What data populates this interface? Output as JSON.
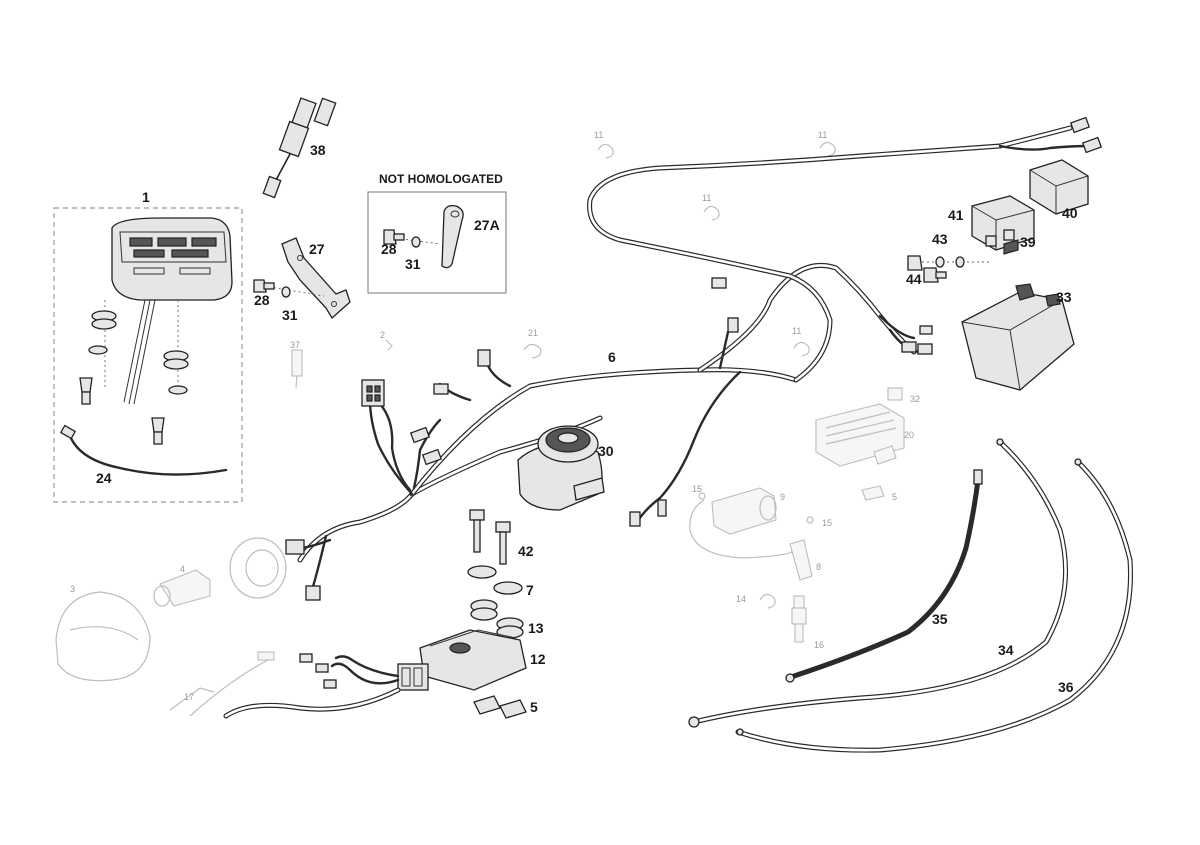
{
  "note_label": "NOT HOMOLOGATED",
  "labels": {
    "p1": "1",
    "p24": "24",
    "p38": "38",
    "p27": "27",
    "p28a": "28",
    "p31a": "31",
    "p28b": "28",
    "p31b": "31",
    "p27a": "27A",
    "p6": "6",
    "p30": "30",
    "p42": "42",
    "p7": "7",
    "p13": "13",
    "p12": "12",
    "p5": "5",
    "p41": "41",
    "p43": "43",
    "p44": "44",
    "p39": "39",
    "p40": "40",
    "p33": "33",
    "p35": "35",
    "p34": "34",
    "p36": "36"
  },
  "faint_labels": {
    "f11a": "11",
    "f11b": "11",
    "f11c": "11",
    "f11d": "11",
    "f21": "21",
    "f2": "2",
    "f37": "37",
    "f32": "32",
    "f20": "20",
    "f5": "5",
    "f15a": "15",
    "f9": "9",
    "f15b": "15",
    "f8": "8",
    "f14": "14",
    "f16": "16",
    "f4": "4",
    "f3": "3",
    "f17": "17"
  }
}
